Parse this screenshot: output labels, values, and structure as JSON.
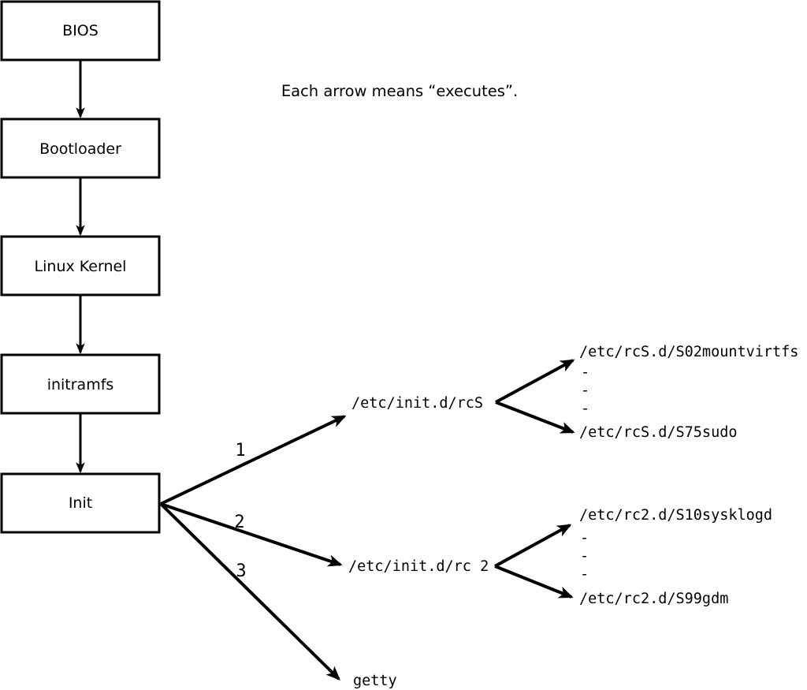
{
  "note": "Each arrow means “executes”.",
  "chain": [
    {
      "label": "BIOS"
    },
    {
      "label": "Bootloader"
    },
    {
      "label": "Linux Kernel"
    },
    {
      "label": "initramfs"
    },
    {
      "label": "Init"
    }
  ],
  "branches": [
    {
      "order_label": "1",
      "target": "/etc/init.d/rcS"
    },
    {
      "order_label": "2",
      "target": "/etc/init.d/rc 2"
    },
    {
      "order_label": "3",
      "target": "getty"
    }
  ],
  "fork_rcS": {
    "first": "/etc/rcS.d/S02mountvirtfs",
    "dashes": [
      "-",
      "-",
      "-"
    ],
    "last": "/etc/rcS.d/S75sudo"
  },
  "fork_rc2": {
    "first": "/etc/rc2.d/S10sysklogd",
    "dashes": [
      "-",
      "-",
      "-"
    ],
    "last": "/etc/rc2.d/S99gdm"
  },
  "colors": {
    "ink": "#000000",
    "background": "#ffffff"
  }
}
